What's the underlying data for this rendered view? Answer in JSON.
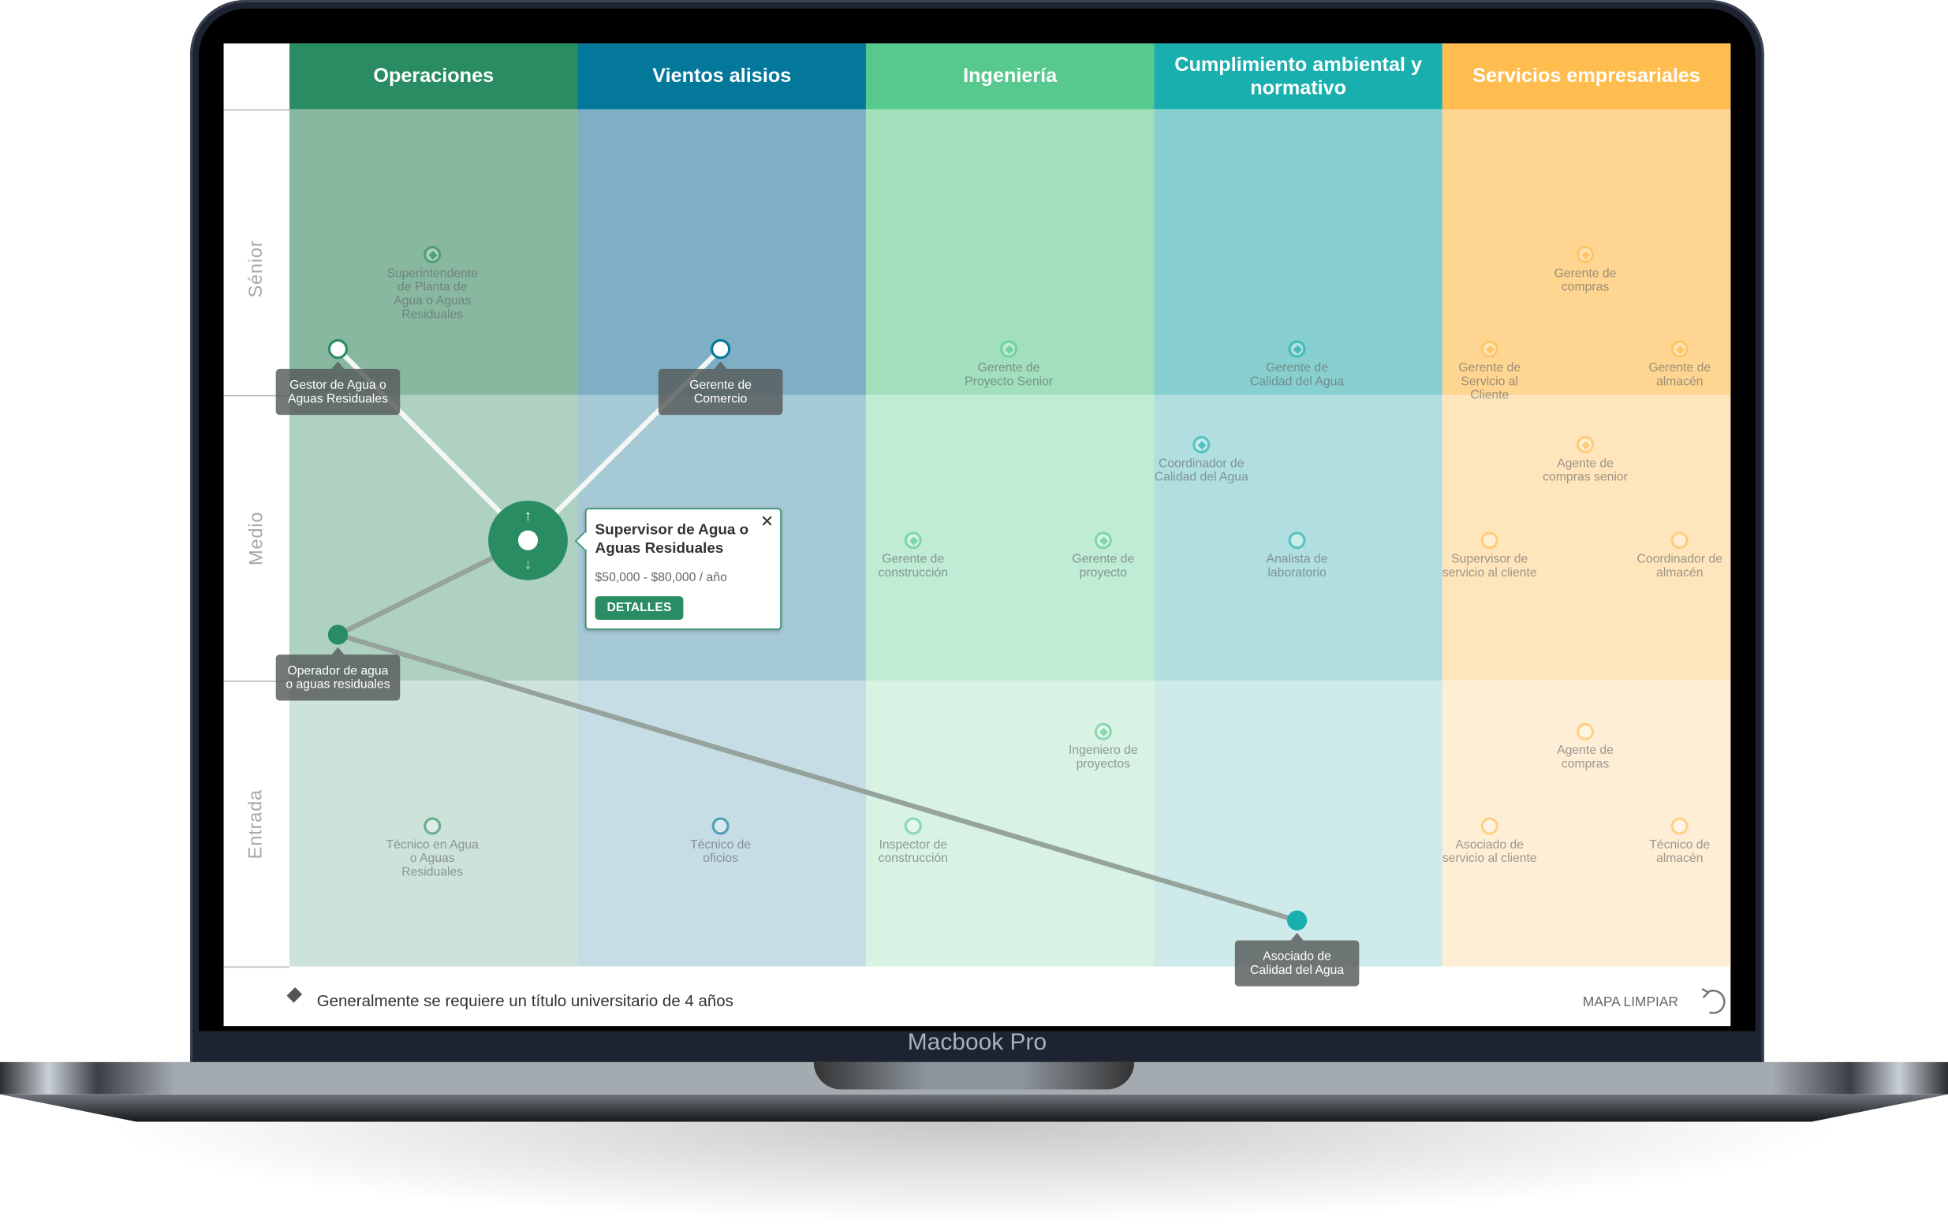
{
  "columns": [
    {
      "label": "Operaciones",
      "color": "#2a8c62"
    },
    {
      "label": "Vientos alisios",
      "color": "#04789a"
    },
    {
      "label": "Ingeniería",
      "color": "#57c98f"
    },
    {
      "label": "Cumplimiento ambiental y normativo",
      "color": "#1aafaf"
    },
    {
      "label": "Servicios empresariales",
      "color": "#ffbd4f"
    }
  ],
  "rows": [
    "Sénior",
    "Medio",
    "Entrada"
  ],
  "nodes": [
    {
      "label": "Superintendente\nde Planta de\nAgua o Aguas\nResiduales",
      "column": 0,
      "degree": true
    },
    {
      "label": "Gestor de Agua o\nAguas Residuales",
      "column": 0,
      "degree": false,
      "on_path": true
    },
    {
      "label": "Gerente de\nComercio",
      "column": 1,
      "degree": false,
      "on_path": true
    },
    {
      "label": "Gerente de\nProyecto Senior",
      "column": 2,
      "degree": true
    },
    {
      "label": "Gerente de\nCalidad del Agua",
      "column": 3,
      "degree": true
    },
    {
      "label": "Gerente de\ncompras",
      "column": 4,
      "degree": true
    },
    {
      "label": "Gerente de\nServicio al\nCliente",
      "column": 4,
      "degree": true
    },
    {
      "label": "Gerente de\nalmacén",
      "column": 4,
      "degree": true
    },
    {
      "label": "Operador de agua\no aguas residuales",
      "column": 0,
      "degree": false,
      "on_path": true
    },
    {
      "label": "Gerente de\nconstrucción",
      "column": 2,
      "degree": true
    },
    {
      "label": "Gerente de\nproyecto",
      "column": 2,
      "degree": true
    },
    {
      "label": "Coordinador de\nCalidad del Agua",
      "column": 3,
      "degree": true
    },
    {
      "label": "Analista de\nlaboratorio",
      "column": 3,
      "degree": false
    },
    {
      "label": "Agente de\ncompras senior",
      "column": 4,
      "degree": true
    },
    {
      "label": "Supervisor de\nservicio al cliente",
      "column": 4,
      "degree": false
    },
    {
      "label": "Coordinador de\nalmacén",
      "column": 4,
      "degree": false
    },
    {
      "label": "Técnico en Agua\no Aguas\nResiduales",
      "column": 0,
      "degree": false
    },
    {
      "label": "Técnico de\noficios",
      "column": 1,
      "degree": false
    },
    {
      "label": "Inspector de\nconstrucción",
      "column": 2,
      "degree": false
    },
    {
      "label": "Ingeniero de\nproyectos",
      "column": 2,
      "degree": true
    },
    {
      "label": "Asociado de\nCalidad del Agua",
      "column": 3,
      "degree": false,
      "on_path": true
    },
    {
      "label": "Agente de\ncompras",
      "column": 4,
      "degree": false
    },
    {
      "label": "Asociado de\nservicio al cliente",
      "column": 4,
      "degree": false
    },
    {
      "label": "Técnico de\nalmacén",
      "column": 4,
      "degree": false
    }
  ],
  "selected": {
    "title": "Supervisor de Agua o Aguas Residuales",
    "salary": "$50,000 - $80,000 / año",
    "details_label": "DETALLES",
    "close_label": "✕",
    "up_arrow": "↑",
    "down_arrow": "↓"
  },
  "footer": {
    "legend_text": "Generalmente se requiere un título universitario de 4 años",
    "clear_label": "MAPA LIMPIAR"
  },
  "device": {
    "label": "Macbook Pro"
  }
}
